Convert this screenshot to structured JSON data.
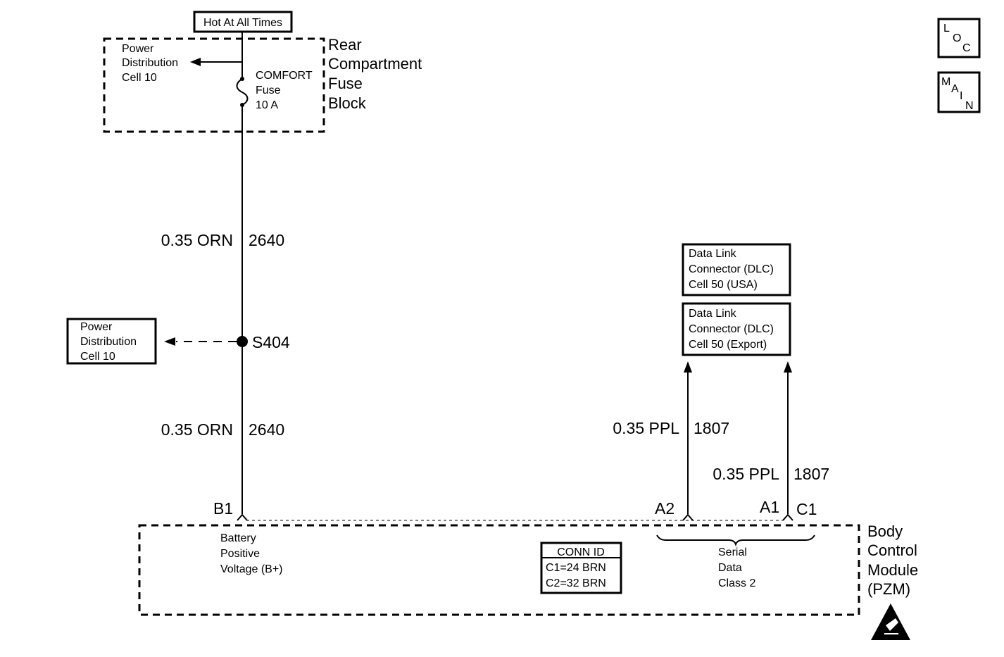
{
  "hot_at_all_times": "Hot At All Times",
  "fuse_block": {
    "title_lines": [
      "Rear",
      "Compartment",
      "Fuse",
      "Block"
    ],
    "power_dist_lines": [
      "Power",
      "Distribution",
      "Cell 10"
    ],
    "fuse_lines": [
      "COMFORT",
      "Fuse",
      "10 A"
    ]
  },
  "wire_upper": {
    "gauge_color": "0.35 ORN",
    "circuit": "2640"
  },
  "splice": {
    "label": "S404",
    "ref_lines": [
      "Power",
      "Distribution",
      "Cell 10"
    ]
  },
  "wire_lower": {
    "gauge_color": "0.35 ORN",
    "circuit": "2640"
  },
  "dlc_usa_lines": [
    "Data Link",
    "Connector (DLC)",
    "Cell 50 (USA)"
  ],
  "dlc_export_lines": [
    "Data Link",
    "Connector (DLC)",
    "Cell 50 (Export)"
  ],
  "wire_a2": {
    "gauge_color": "0.35 PPL",
    "circuit": "1807"
  },
  "wire_a1": {
    "gauge_color": "0.35 PPL",
    "circuit": "1807"
  },
  "pins": {
    "b1": "B1",
    "a2": "A2",
    "a1": "A1",
    "c1": "C1"
  },
  "bcm": {
    "title_lines": [
      "Body",
      "Control",
      "Module",
      "(PZM)"
    ],
    "b_plus_lines": [
      "Battery",
      "Positive",
      "Voltage (B+)"
    ],
    "serial_lines": [
      "Serial",
      "Data",
      "Class 2"
    ],
    "conn_id_title": "CONN ID",
    "conn_id_rows": [
      "C1=24 BRN",
      "C2=32 BRN"
    ]
  },
  "nav": {
    "loc": {
      "letters": [
        "L",
        "O",
        "C"
      ]
    },
    "main": {
      "letters": [
        "M",
        "A",
        "I",
        "N"
      ]
    }
  },
  "esd_icon": "esd-warning-icon"
}
